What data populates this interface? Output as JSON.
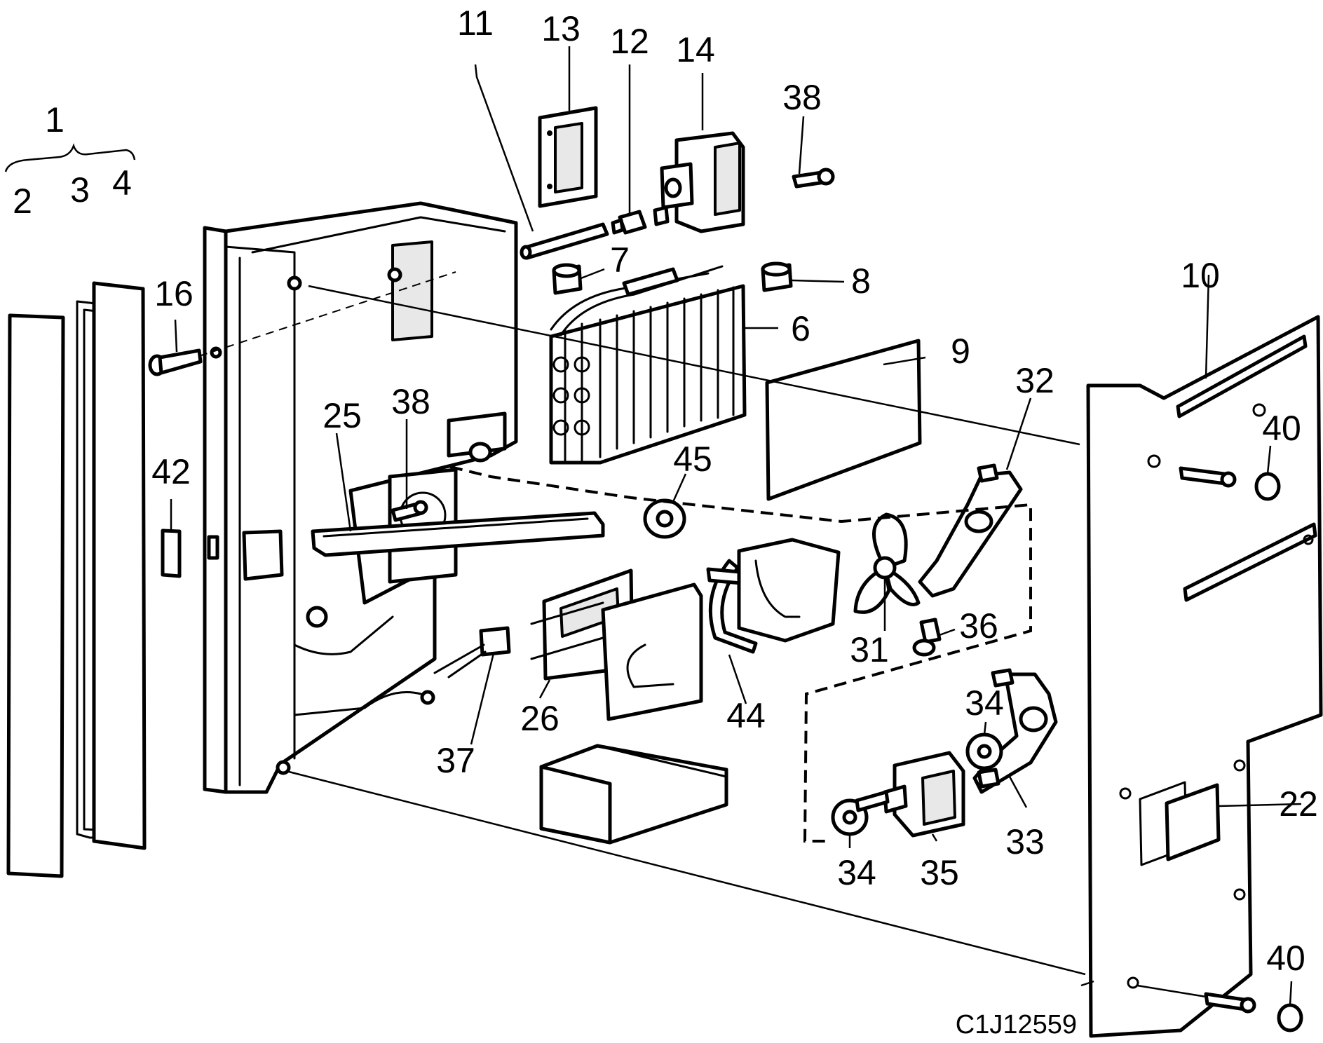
{
  "figure_code": "C1J12559",
  "callouts": [
    {
      "label": "1"
    },
    {
      "label": "2"
    },
    {
      "label": "3"
    },
    {
      "label": "4"
    },
    {
      "label": "11"
    },
    {
      "label": "13"
    },
    {
      "label": "12"
    },
    {
      "label": "14"
    },
    {
      "label": "38"
    },
    {
      "label": "16"
    },
    {
      "label": "7"
    },
    {
      "label": "8"
    },
    {
      "label": "6"
    },
    {
      "label": "9"
    },
    {
      "label": "10"
    },
    {
      "label": "32"
    },
    {
      "label": "40"
    },
    {
      "label": "38"
    },
    {
      "label": "25"
    },
    {
      "label": "45"
    },
    {
      "label": "42"
    },
    {
      "label": "31"
    },
    {
      "label": "36"
    },
    {
      "label": "26"
    },
    {
      "label": "44"
    },
    {
      "label": "37"
    },
    {
      "label": "34"
    },
    {
      "label": "33"
    },
    {
      "label": "22"
    },
    {
      "label": "34"
    },
    {
      "label": "35"
    },
    {
      "label": "40"
    }
  ]
}
